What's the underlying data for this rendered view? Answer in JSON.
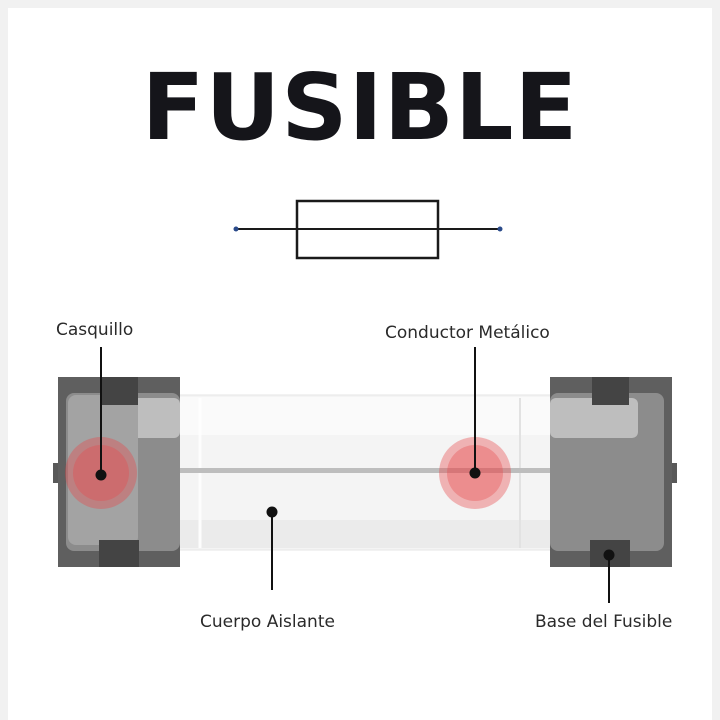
{
  "title": "FUSIBLE",
  "labels": {
    "casquillo": "Casquillo",
    "conductor": "Conductor Metálico",
    "cuerpo": "Cuerpo Aislante",
    "base": "Base del Fusible"
  },
  "colors": {
    "title": "#15151a",
    "cap": "#6b6b6b",
    "highlight": "#e8474a"
  }
}
